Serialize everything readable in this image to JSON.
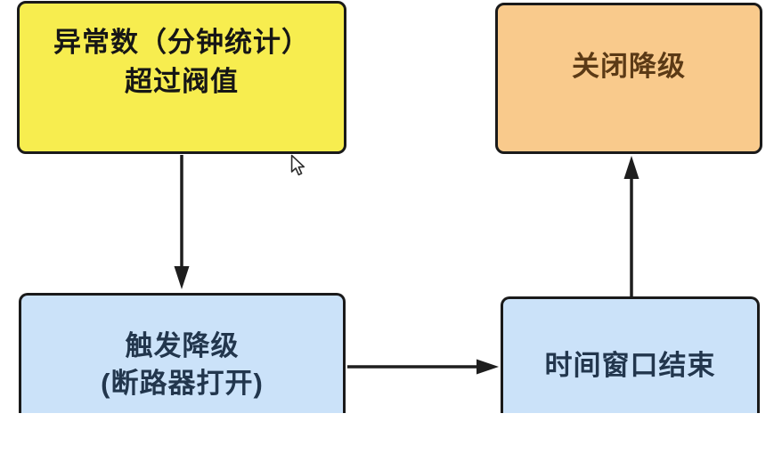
{
  "diagram": {
    "title": "circuit-breaker degradation flow",
    "background_color": "#ffffff",
    "node_border_color": "#1a1a1a",
    "arrow_color": "#1e1e1e",
    "nodes": [
      {
        "id": "threshold-exceeded",
        "lines": [
          "异常数（分钟统计）",
          "超过阀值"
        ],
        "fill": "#f7ed4f",
        "text_color": "#161616"
      },
      {
        "id": "close-degrade",
        "lines": [
          "关闭降级"
        ],
        "fill": "#f9ca8c",
        "text_color": "#5b3a16"
      },
      {
        "id": "trigger-degrade",
        "lines": [
          "触发降级",
          "(断路器打开)"
        ],
        "fill": "#cbe2f9",
        "text_color": "#22364d"
      },
      {
        "id": "time-window-end",
        "lines": [
          "时间窗口结束"
        ],
        "fill": "#cbe2f9",
        "text_color": "#22364d"
      }
    ],
    "edges": [
      {
        "id": "threshold-to-trigger",
        "from": "threshold-exceeded",
        "to": "trigger-degrade",
        "direction": "down"
      },
      {
        "id": "trigger-to-window",
        "from": "trigger-degrade",
        "to": "time-window-end",
        "direction": "right"
      },
      {
        "id": "window-to-close",
        "from": "time-window-end",
        "to": "close-degrade",
        "direction": "up"
      }
    ]
  }
}
